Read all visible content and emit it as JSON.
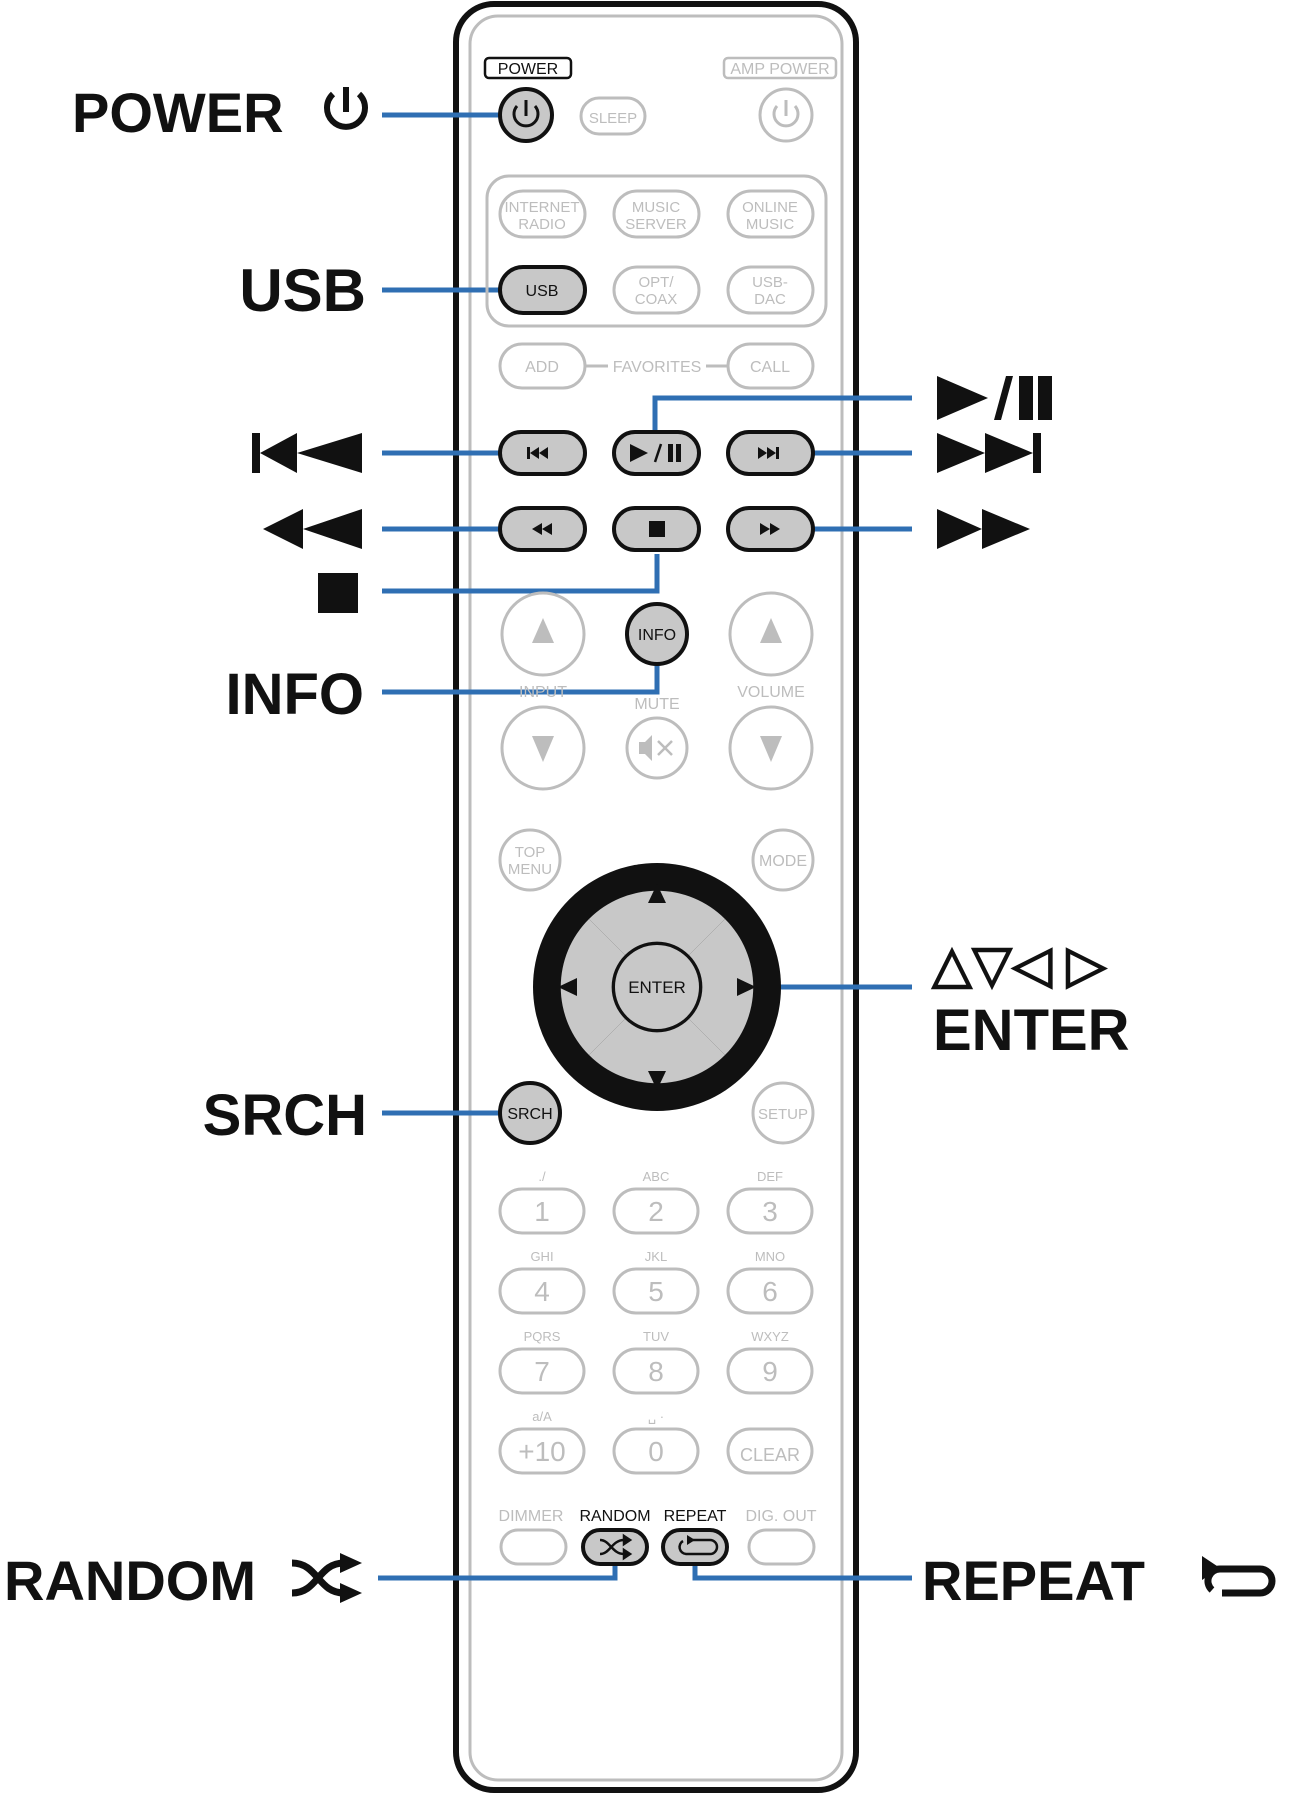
{
  "remote": {
    "power_label": "POWER",
    "amp_power_label": "AMP POWER",
    "sleep": "SLEEP",
    "internet_radio_1": "INTERNET",
    "internet_radio_2": "RADIO",
    "music_server_1": "MUSIC",
    "music_server_2": "SERVER",
    "online_music_1": "ONLINE",
    "online_music_2": "MUSIC",
    "usb": "USB",
    "opt_coax_1": "OPT/",
    "opt_coax_2": "COAX",
    "usb_dac_1": "USB-",
    "usb_dac_2": "DAC",
    "add": "ADD",
    "favorites": "FAVORITES",
    "call": "CALL",
    "info": "INFO",
    "input": "INPUT",
    "mute": "MUTE",
    "volume": "VOLUME",
    "top_menu_1": "TOP",
    "top_menu_2": "MENU",
    "mode": "MODE",
    "enter": "ENTER",
    "srch": "SRCH",
    "setup": "SETUP",
    "keypad": [
      {
        "num": "1",
        "sub": "./"
      },
      {
        "num": "2",
        "sub": "ABC"
      },
      {
        "num": "3",
        "sub": "DEF"
      },
      {
        "num": "4",
        "sub": "GHI"
      },
      {
        "num": "5",
        "sub": "JKL"
      },
      {
        "num": "6",
        "sub": "MNO"
      },
      {
        "num": "7",
        "sub": "PQRS"
      },
      {
        "num": "8",
        "sub": "TUV"
      },
      {
        "num": "9",
        "sub": "WXYZ"
      },
      {
        "num": "+10",
        "sub": "a/A"
      },
      {
        "num": "0",
        "sub": "␣ ·"
      },
      {
        "num": "CLEAR",
        "sub": ""
      }
    ],
    "dimmer": "DIMMER",
    "random": "RANDOM",
    "repeat": "REPEAT",
    "dig_out": "DIG. OUT"
  },
  "callouts": {
    "power": "POWER",
    "usb": "USB",
    "info": "INFO",
    "enter_arrows": "△▽◁ ▷",
    "enter": "ENTER",
    "srch": "SRCH",
    "random": "RANDOM",
    "repeat": "REPEAT"
  },
  "colors": {
    "leader_line": "#2f6fb3",
    "highlight_fill": "#c8c8c8",
    "inactive": "#bdbdbd"
  }
}
